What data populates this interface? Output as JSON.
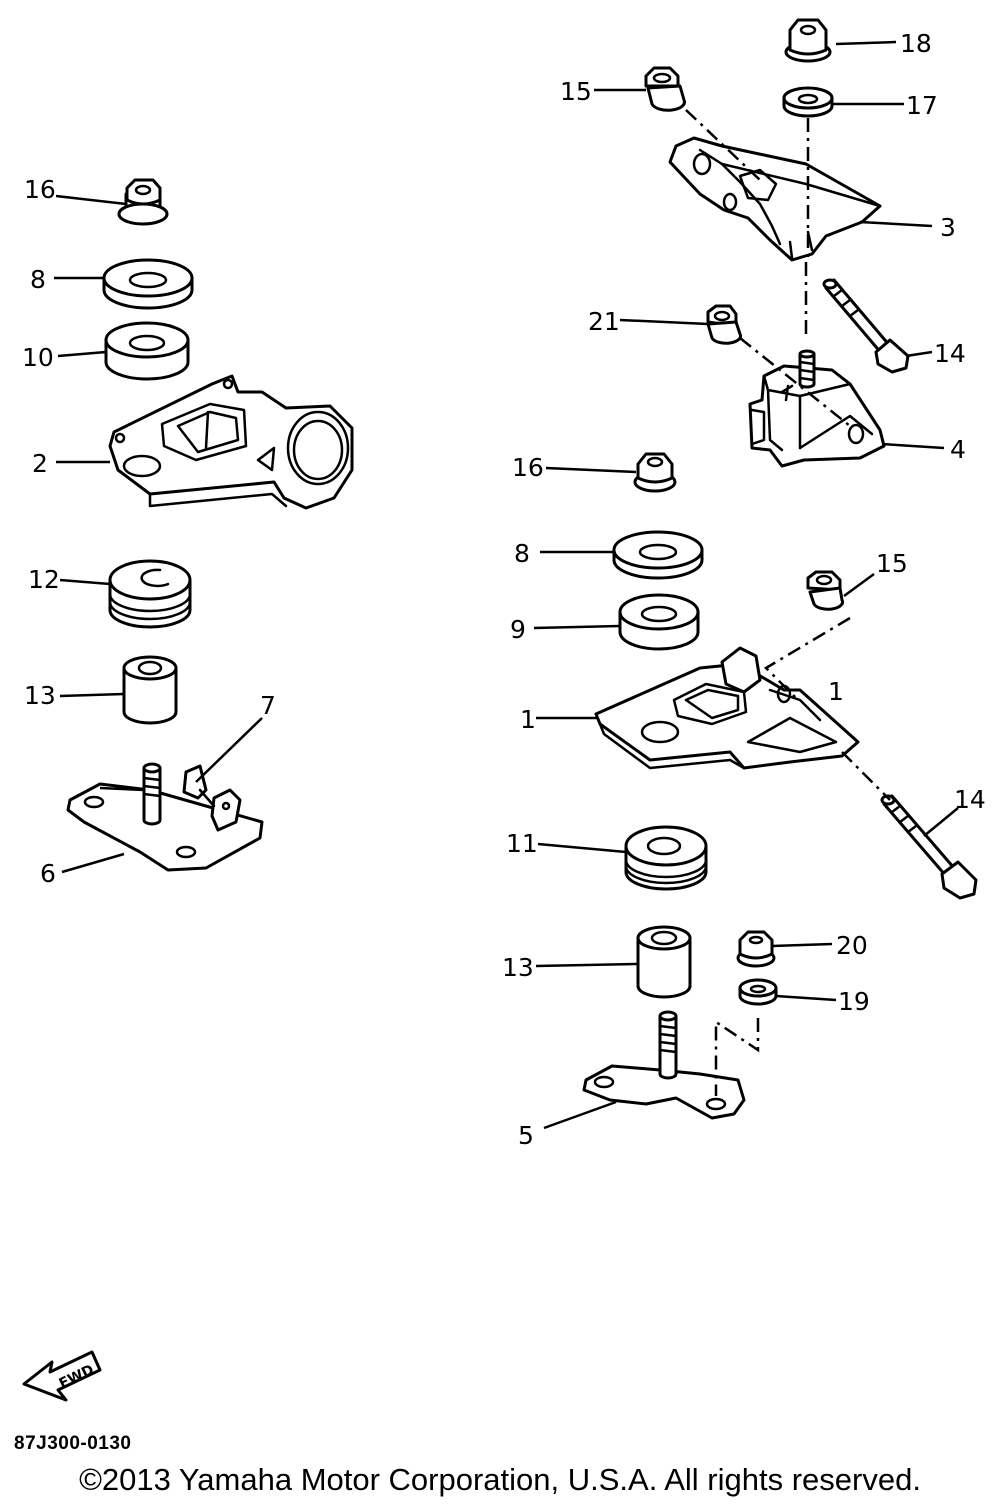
{
  "callouts": [
    {
      "id": "1",
      "label": "1"
    },
    {
      "id": "1b",
      "label": "1"
    },
    {
      "id": "2",
      "label": "2"
    },
    {
      "id": "3",
      "label": "3"
    },
    {
      "id": "4",
      "label": "4"
    },
    {
      "id": "5",
      "label": "5"
    },
    {
      "id": "6",
      "label": "6"
    },
    {
      "id": "7",
      "label": "7"
    },
    {
      "id": "8a",
      "label": "8"
    },
    {
      "id": "8b",
      "label": "8"
    },
    {
      "id": "9",
      "label": "9"
    },
    {
      "id": "10",
      "label": "10"
    },
    {
      "id": "11",
      "label": "11"
    },
    {
      "id": "12",
      "label": "12"
    },
    {
      "id": "13a",
      "label": "13"
    },
    {
      "id": "13b",
      "label": "13"
    },
    {
      "id": "14a",
      "label": "14"
    },
    {
      "id": "14b",
      "label": "14"
    },
    {
      "id": "15a",
      "label": "15"
    },
    {
      "id": "15b",
      "label": "15"
    },
    {
      "id": "16a",
      "label": "16"
    },
    {
      "id": "16b",
      "label": "16"
    },
    {
      "id": "17",
      "label": "17"
    },
    {
      "id": "18",
      "label": "18"
    },
    {
      "id": "19",
      "label": "19"
    },
    {
      "id": "20",
      "label": "20"
    },
    {
      "id": "21",
      "label": "21"
    }
  ],
  "fwd_arrow": {
    "text": "FWD",
    "icon": "fwd-arrow-icon"
  },
  "catalog_code": "87J300-0130",
  "copyright": "©2013 Yamaha Motor Corporation, U.S.A. All rights reserved."
}
